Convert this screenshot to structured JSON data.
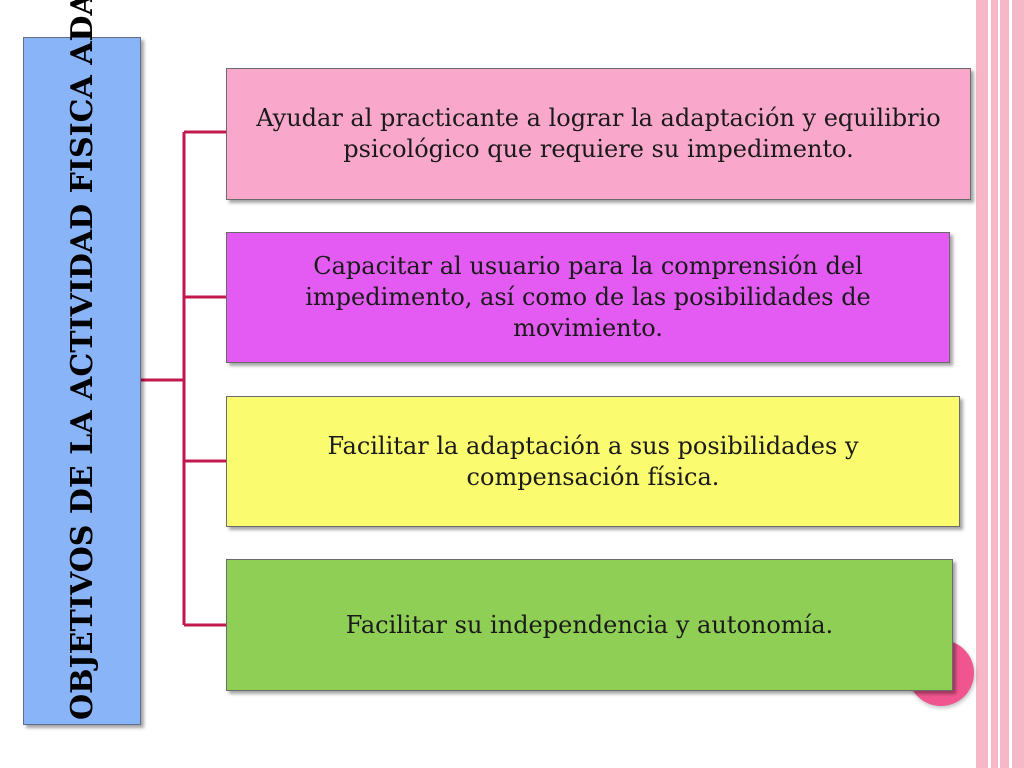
{
  "title": "OBJETIVOS DE LA ACTIVIDAD FISICA ADAPTADA (AFA)",
  "objectives": [
    {
      "text": "Ayudar al practicante a lograr la adaptación y equilibrio psicológico que requiere su impedimento.",
      "color": "#f9a8cb"
    },
    {
      "text": "Capacitar al usuario para la comprensión del impedimento, así como de las posibilidades de movimiento.",
      "color": "#e35bf2"
    },
    {
      "text": "Facilitar la adaptación a sus posibilidades y compensación física.",
      "color": "#fafb6e"
    },
    {
      "text": "Facilitar  su independencia y autonomía.",
      "color": "#90cf55"
    }
  ],
  "colors": {
    "title_box": "#8ab4f8",
    "connector": "#c3184e",
    "side_stripes": "#f6b7c8",
    "accent_circle": "#f0558f"
  }
}
